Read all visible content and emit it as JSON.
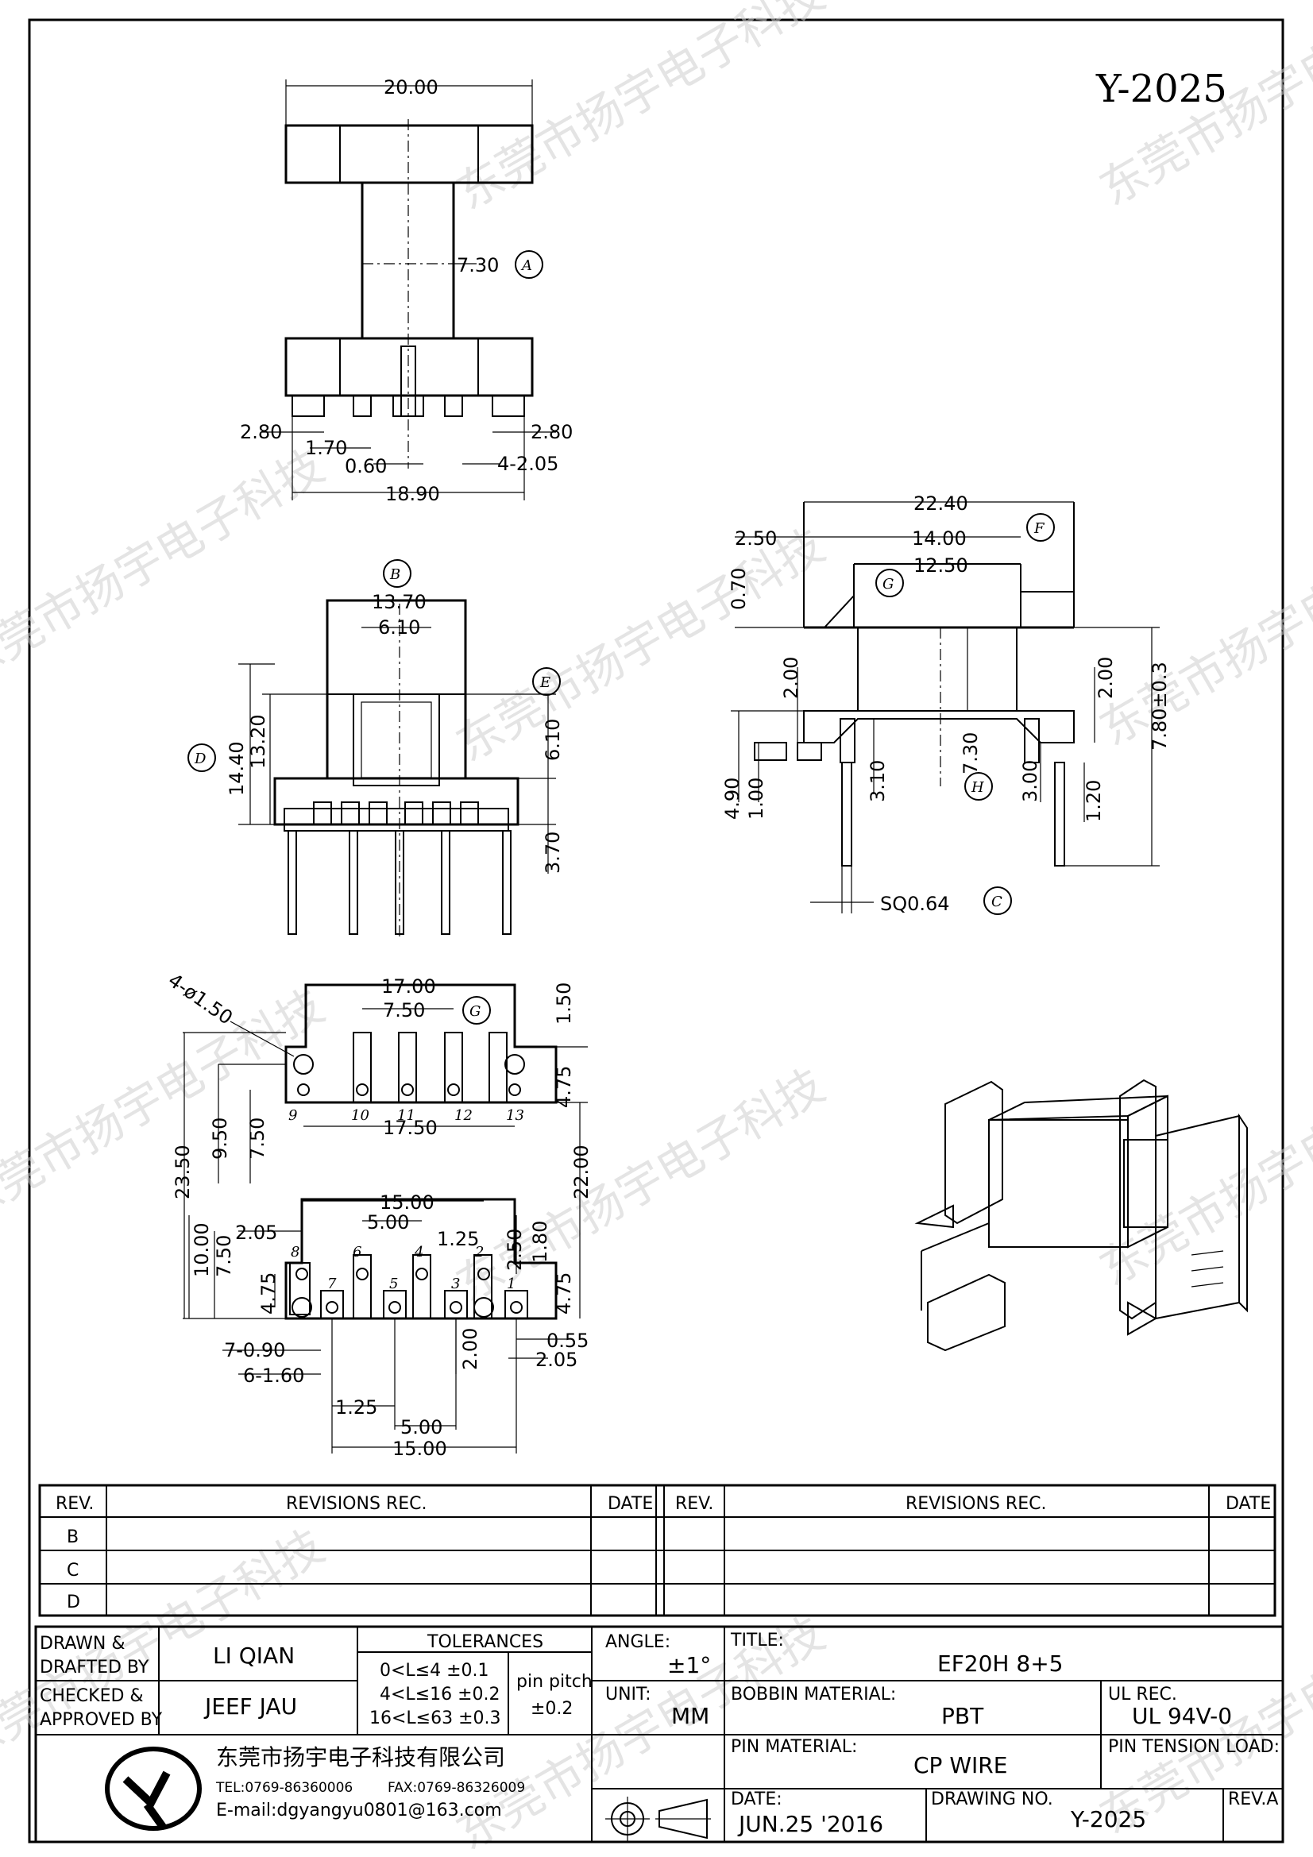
{
  "drawing_no_title": "Y-2025",
  "watermark_text": "东莞市扬宇电子科技",
  "views": {
    "top": {
      "dims": [
        "20.00",
        "7.30",
        "2.80",
        "2.80",
        "1.70",
        "0.60",
        "4-2.05",
        "18.90"
      ],
      "callout": "A"
    },
    "front": {
      "dims": [
        "13.70",
        "6.10",
        "13.20",
        "14.40",
        "6.10",
        "3.70"
      ],
      "callouts": [
        "B",
        "D",
        "E"
      ]
    },
    "side": {
      "dims": [
        "22.40",
        "2.50",
        "14.00",
        "12.50",
        "0.70",
        "2.00",
        "2.00",
        "7.80±0.3",
        "4.90",
        "1.00",
        "3.10",
        "7.30",
        "3.00",
        "1.20",
        "SQ0.64"
      ],
      "callouts": [
        "F",
        "G",
        "H",
        "C"
      ]
    },
    "bottom": {
      "dims": [
        "4-ø1.50",
        "17.00",
        "7.50",
        "1.50",
        "4.75",
        "17.50",
        "9.50",
        "7.50",
        "23.50",
        "22.00",
        "15.00",
        "5.00",
        "1.25",
        "2.05",
        "10.00",
        "7.50",
        "2.50",
        "1.80",
        "4.75",
        "4.75",
        "7-0.90",
        "6-1.60",
        "2.00",
        "0.55",
        "2.05",
        "1.25",
        "5.00",
        "15.00"
      ],
      "pins_top": [
        "9",
        "10",
        "11",
        "12",
        "13"
      ],
      "pins_bottom": [
        "8",
        "7",
        "6",
        "5",
        "4",
        "3",
        "2",
        "1"
      ],
      "callout": "G"
    }
  },
  "revisions": {
    "headers": {
      "rev": "REV.",
      "rec": "REVISIONS    REC.",
      "date": "DATE"
    },
    "rows": [
      "B",
      "C",
      "D"
    ]
  },
  "title_block": {
    "drawn_label": "DRAWN  &",
    "drafted_label": "DRAFTED  BY",
    "drawn_by": "LI QIAN",
    "checked_label": "CHECKED  &",
    "approved_label": "APPROVED  BY",
    "approved_by": "JEEF JAU",
    "tolerances_label": "TOLERANCES",
    "tol_rows": [
      "0<L≤4    ±0.1",
      "4<L≤16  ±0.2",
      "16<L≤63  ±0.3"
    ],
    "pin_pitch_label": "pin  pitch",
    "pin_pitch_value": "±0.2",
    "angle_label": "ANGLE:",
    "angle_value": "±1°",
    "unit_label": "UNIT:",
    "unit_value": "MM",
    "title_label": "TITLE:",
    "title_value": "EF20H  8+5",
    "bobbin_label": "BOBBIN  MATERIAL:",
    "bobbin_value": "PBT",
    "ul_label": "UL  REC.",
    "ul_value": "UL  94V-0",
    "pin_material_label": "PIN  MATERIAL:",
    "pin_material_value": "CP  WIRE",
    "pin_tension_label": "PIN  TENSION  LOAD:",
    "date_label": "DATE:",
    "date_value": "JUN.25  '2016",
    "drawing_no_label": "DRAWING  NO.",
    "drawing_no_value": "Y-2025",
    "rev_label": "REV.A",
    "company_name": "东莞市扬宇电子科技有限公司",
    "tel": "TEL:0769-86360006",
    "fax": "FAX:0769-86326009",
    "email": "E-mail:dgyangyu0801@163.com"
  }
}
